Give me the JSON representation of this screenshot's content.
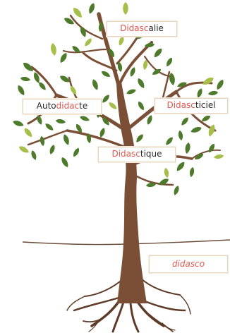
{
  "colors": {
    "trunk": "#7a4f36",
    "trunk_dark": "#5e3b28",
    "leaf_dark": "#4e7a2c",
    "leaf_light": "#a6bf4a",
    "root_highlight": "#e0574f",
    "box_border": "#e7d4bc",
    "ground": "#6b4d3a"
  },
  "words": {
    "didascalie": {
      "root": "Didasc",
      "suffix": "alie"
    },
    "autodidacte": {
      "prefix": "Auto",
      "root": "didac",
      "suffix": "te"
    },
    "didascticiel": {
      "root": "Didasc",
      "suffix": "ticiel"
    },
    "didasctique": {
      "root": "Didasc",
      "suffix": "tique"
    }
  },
  "root_word": "didasco"
}
